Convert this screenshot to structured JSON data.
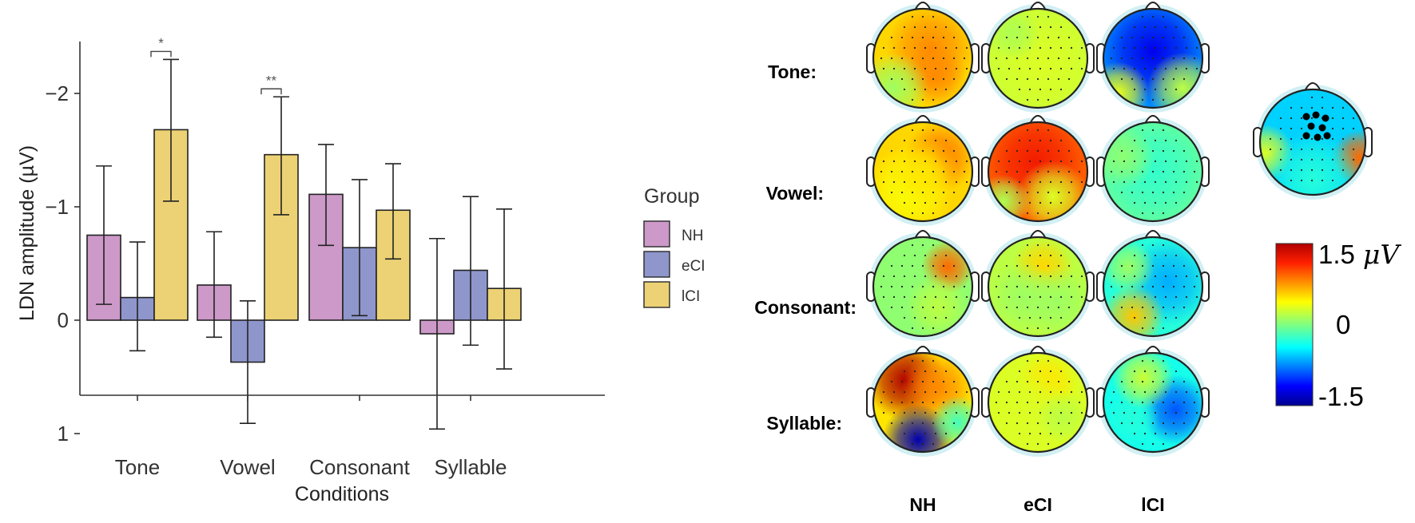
{
  "bar_chart": {
    "ylabel": "LDN amplitude (µV)",
    "xlabel": "Conditions",
    "y_ticks": [
      {
        "value": -2,
        "label": "−2"
      },
      {
        "value": -1,
        "label": "−1"
      },
      {
        "value": 0,
        "label": "0"
      },
      {
        "value": 1,
        "label": "1"
      }
    ],
    "legend": {
      "title": "Group",
      "items": [
        "NH",
        "eCI",
        "lCI"
      ]
    },
    "significance": [
      {
        "label": "*"
      },
      {
        "label": "**"
      }
    ]
  },
  "topo": {
    "row_labels": [
      "Tone:",
      "Vowel:",
      "Consonant:",
      "Syllable:"
    ],
    "col_labels": [
      "NH",
      "eCI",
      "lCI"
    ],
    "colorbar": {
      "max_label": "1.5",
      "unit": "μV",
      "mid_label": "0",
      "min_label": "-1.5"
    }
  },
  "colors": {
    "NH": "#cc99c8",
    "eCI": "#8e96cc",
    "lCI": "#ecd274"
  },
  "chart_data": [
    {
      "type": "bar",
      "title": "",
      "xlabel": "Conditions",
      "ylabel": "LDN amplitude (µV)",
      "y_inverted": true,
      "ylim": [
        1.1,
        -2.4
      ],
      "categories": [
        "Tone",
        "Vowel",
        "Consonant",
        "Syllable"
      ],
      "series": [
        {
          "name": "NH",
          "values": [
            -0.75,
            -0.31,
            -1.11,
            0.12
          ],
          "error_low": [
            -0.14,
            0.15,
            -0.66,
            0.96
          ],
          "error_high": [
            -1.36,
            -0.78,
            -1.55,
            -0.72
          ]
        },
        {
          "name": "eCI",
          "values": [
            -0.2,
            0.37,
            -0.64,
            -0.44
          ],
          "error_low": [
            0.27,
            0.91,
            -0.04,
            0.22
          ],
          "error_high": [
            -0.69,
            -0.17,
            -1.24,
            -1.09
          ]
        },
        {
          "name": "lCI",
          "values": [
            -1.68,
            -1.46,
            -0.97,
            -0.28
          ],
          "error_low": [
            -1.05,
            -0.93,
            -0.54,
            0.43
          ],
          "error_high": [
            -2.3,
            -1.97,
            -1.38,
            -0.98
          ]
        }
      ],
      "significance": [
        {
          "category": "Tone",
          "between": [
            "eCI",
            "lCI"
          ],
          "label": "*"
        },
        {
          "category": "Vowel",
          "between": [
            "eCI",
            "lCI"
          ],
          "label": "**"
        }
      ],
      "legend_title": "Group",
      "legend_position": "right",
      "grid": false
    },
    {
      "type": "heatmap",
      "description": "scalp topographic maps",
      "rows": [
        "Tone:",
        "Vowel:",
        "Consonant:",
        "Syllable:"
      ],
      "columns": [
        "NH",
        "eCI",
        "lCI"
      ],
      "color_range": [
        -1.5,
        1.5
      ],
      "unit": "μV",
      "values": [
        [
          0.55,
          0.25,
          -0.75
        ],
        [
          0.55,
          0.95,
          -0.1
        ],
        [
          0.05,
          0.2,
          -0.3
        ],
        [
          0.5,
          0.3,
          -0.35
        ]
      ]
    }
  ]
}
